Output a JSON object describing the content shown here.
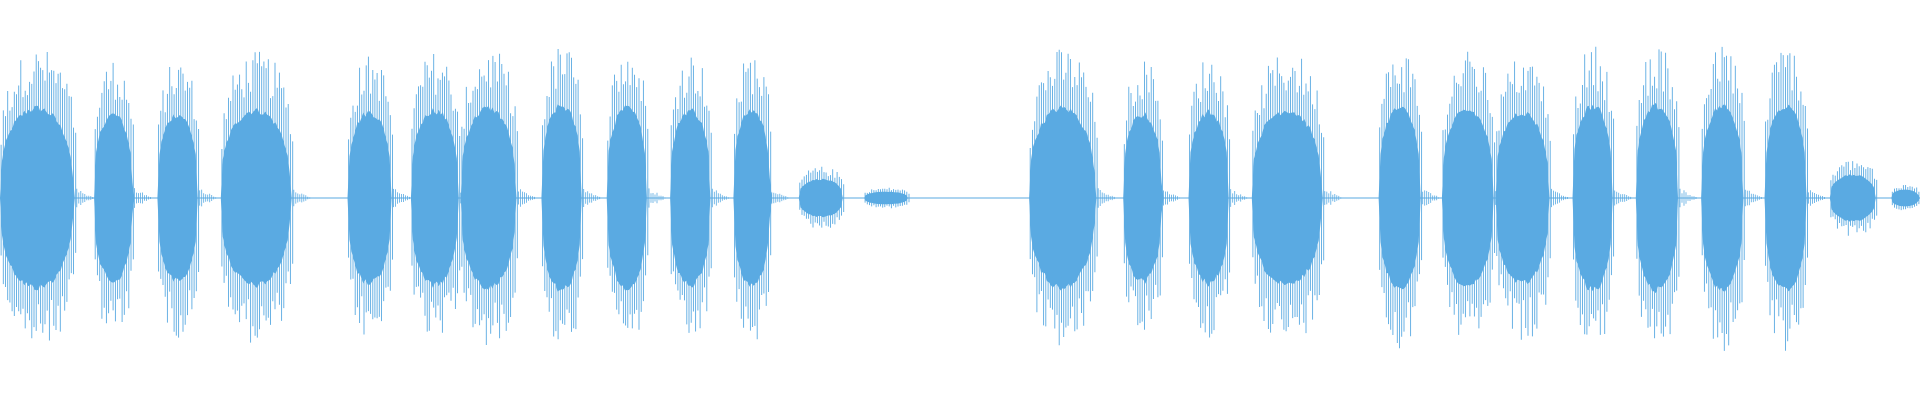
{
  "waveform": {
    "color": "#5aaae2",
    "background": "#ffffff",
    "bursts": [
      {
        "start": 0.0,
        "end": 0.04,
        "peak": 0.86
      },
      {
        "start": 0.049,
        "end": 0.07,
        "peak": 0.8
      },
      {
        "start": 0.082,
        "end": 0.104,
        "peak": 0.8
      },
      {
        "start": 0.115,
        "end": 0.153,
        "peak": 0.84
      },
      {
        "start": 0.181,
        "end": 0.205,
        "peak": 0.82
      },
      {
        "start": 0.214,
        "end": 0.24,
        "peak": 0.84
      },
      {
        "start": 0.24,
        "end": 0.27,
        "peak": 0.86
      },
      {
        "start": 0.282,
        "end": 0.304,
        "peak": 0.88
      },
      {
        "start": 0.316,
        "end": 0.338,
        "peak": 0.86
      },
      {
        "start": 0.349,
        "end": 0.371,
        "peak": 0.84
      },
      {
        "start": 0.382,
        "end": 0.402,
        "peak": 0.84
      },
      {
        "start": 0.416,
        "end": 0.44,
        "peak": 0.18
      },
      {
        "start": 0.45,
        "end": 0.474,
        "peak": 0.06
      },
      {
        "start": 0.536,
        "end": 0.572,
        "peak": 0.86
      },
      {
        "start": 0.585,
        "end": 0.606,
        "peak": 0.8
      },
      {
        "start": 0.619,
        "end": 0.641,
        "peak": 0.82
      },
      {
        "start": 0.652,
        "end": 0.69,
        "peak": 0.84
      },
      {
        "start": 0.718,
        "end": 0.741,
        "peak": 0.86
      },
      {
        "start": 0.751,
        "end": 0.779,
        "peak": 0.84
      },
      {
        "start": 0.779,
        "end": 0.808,
        "peak": 0.82
      },
      {
        "start": 0.819,
        "end": 0.841,
        "peak": 0.88
      },
      {
        "start": 0.852,
        "end": 0.875,
        "peak": 0.88
      },
      {
        "start": 0.886,
        "end": 0.909,
        "peak": 0.88
      },
      {
        "start": 0.919,
        "end": 0.942,
        "peak": 0.88
      },
      {
        "start": 0.953,
        "end": 0.978,
        "peak": 0.22
      },
      {
        "start": 0.985,
        "end": 1.0,
        "peak": 0.08
      }
    ]
  }
}
